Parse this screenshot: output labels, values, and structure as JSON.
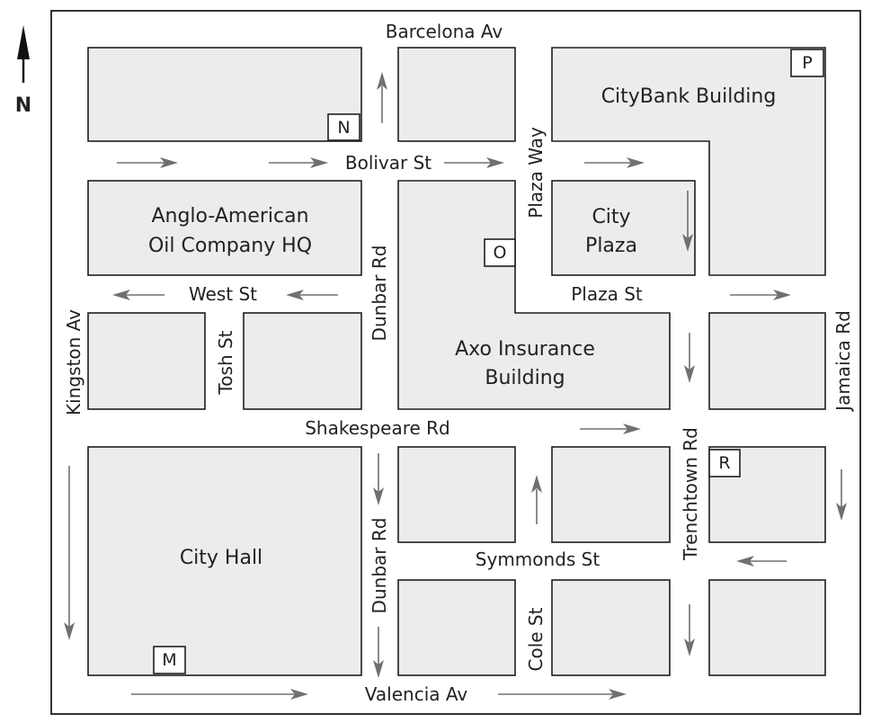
{
  "compass": {
    "label": "N"
  },
  "streets": {
    "barcelona": "Barcelona Av",
    "bolivar": "Bolivar St",
    "plaza_way": "Plaza Way",
    "west": "West St",
    "plaza_st": "Plaza St",
    "kingston": "Kingston Av",
    "tosh": "Tosh St",
    "dunbar_upper": "Dunbar Rd",
    "dunbar_lower": "Dunbar Rd",
    "jamaica": "Jamaica Rd",
    "shakespeare": "Shakespeare Rd",
    "trenchtown": "Trenchtown Rd",
    "symmonds": "Symmonds St",
    "cole": "Cole St",
    "valencia": "Valencia Av"
  },
  "buildings": {
    "citybank": "CityBank Building",
    "anglo_line1": "Anglo-American",
    "anglo_line2": "Oil Company HQ",
    "city_plaza_line1": "City",
    "city_plaza_line2": "Plaza",
    "axo_line1": "Axo Insurance",
    "axo_line2": "Building",
    "city_hall": "City Hall"
  },
  "markers": {
    "n": "N",
    "o": "O",
    "p": "P",
    "r": "R",
    "m": "M"
  },
  "colors": {
    "block_fill": "#ececec",
    "outline": "#1e1e1e",
    "arrow": "#707070"
  }
}
